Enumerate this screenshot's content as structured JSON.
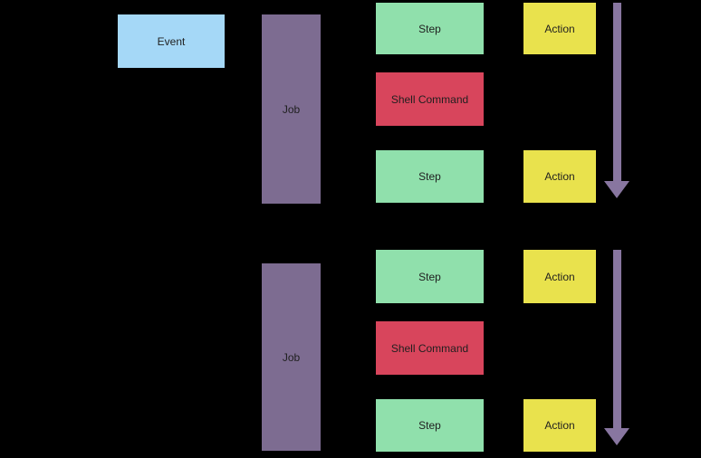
{
  "diagram": {
    "event": {
      "label": "Event"
    },
    "groups": [
      {
        "job": {
          "label": "Job"
        },
        "rows": [
          {
            "kind": "step",
            "label": "Step",
            "action_label": "Action"
          },
          {
            "kind": "shell-command",
            "label": "Shell Command"
          },
          {
            "kind": "step",
            "label": "Step",
            "action_label": "Action"
          }
        ]
      },
      {
        "job": {
          "label": "Job"
        },
        "rows": [
          {
            "kind": "step",
            "label": "Step",
            "action_label": "Action"
          },
          {
            "kind": "shell-command",
            "label": "Shell Command"
          },
          {
            "kind": "step",
            "label": "Step",
            "action_label": "Action"
          }
        ]
      }
    ],
    "arrows": [
      {
        "direction": "down"
      },
      {
        "direction": "down"
      }
    ]
  },
  "colors": {
    "background": "#000000",
    "event": "#a5d8f7",
    "job": "#7d6c91",
    "step": "#90e0ac",
    "shell_command": "#d8455c",
    "action": "#e9e24d",
    "arrow": "#8876a0",
    "text": "#1f1f1f"
  }
}
